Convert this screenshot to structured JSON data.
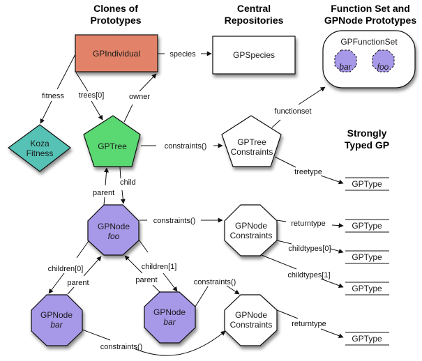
{
  "headings": {
    "clones": [
      "Clones of",
      "Prototypes"
    ],
    "central": [
      "Central",
      "Repositories"
    ],
    "function_set": [
      "Function Set and",
      "GPNode Prototypes"
    ],
    "strongly_typed": [
      "Strongly",
      "Typed GP"
    ]
  },
  "colors": {
    "individual": "#e28369",
    "fitness": "#55c2b5",
    "tree": "#5ad872",
    "gpnode": "#a898e8",
    "white": "#ffffff"
  },
  "nodes": {
    "gpindividual": "GPIndividual",
    "gpspecies": "GPSpecies",
    "gpfunctionset": "GPFunctionSet",
    "fs_bar": "bar",
    "fs_foo": "foo",
    "koza_fitness": [
      "Koza",
      "Fitness"
    ],
    "gptree": "GPTree",
    "gptree_constraints": [
      "GPTree",
      "Constraints"
    ],
    "gpnode_foo": [
      "GPNode",
      "foo"
    ],
    "gpnode_bar_left": [
      "GPNode",
      "bar"
    ],
    "gpnode_bar_right": [
      "GPNode",
      "bar"
    ],
    "gpnode_constraints_1": [
      "GPNode",
      "Constraints"
    ],
    "gpnode_constraints_2": [
      "GPNode",
      "Constraints"
    ],
    "gptypes": [
      "GPType",
      "GPType",
      "GPType",
      "GPType",
      "GPType"
    ]
  },
  "edges": {
    "species": "species",
    "fitness": "fitness",
    "trees0": "trees[0]",
    "owner": "owner",
    "functionset": "functionset",
    "tree_constraints": "constraints()",
    "treetype": "treetype",
    "child": "child",
    "parent_tree": "parent",
    "foo_constraints": "constraints()",
    "returntype_1": "returntype",
    "childtypes0": "childtypes[0]",
    "childtypes1": "childtypes[1]",
    "children0": "children[0]",
    "parent_left": "parent",
    "children1": "children[1]",
    "parent_right": "parent",
    "bar_right_constraints": "constraints()",
    "bar_left_constraints": "constraints()",
    "returntype_2": "returntype"
  }
}
